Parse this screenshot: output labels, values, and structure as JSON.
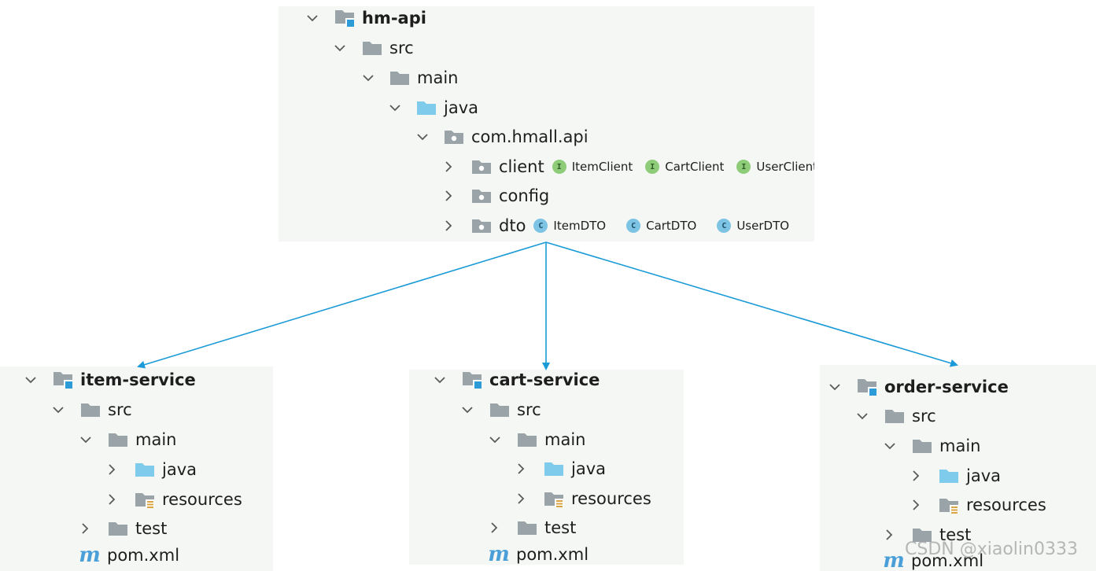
{
  "colors": {
    "panel_bg": "#f4f7f3",
    "arrow": "#1a9ad6",
    "folder_gray": "#9aa3a8",
    "folder_blue": "#7fcbeb",
    "module_square": "#2e9bd9",
    "interface_badge": "#8fcc7a",
    "class_badge": "#7cc3e4",
    "resources_marker": "#d9a441"
  },
  "hm_api": {
    "module": "hm-api",
    "src": "src",
    "main": "main",
    "java": "java",
    "package": "com.hmall.api",
    "client": {
      "label": "client",
      "badges": [
        {
          "letter": "I",
          "name": "ItemClient"
        },
        {
          "letter": "I",
          "name": "CartClient"
        },
        {
          "letter": "I",
          "name": "UserClient"
        }
      ]
    },
    "config": "config",
    "dto": {
      "label": "dto",
      "badges": [
        {
          "letter": "C",
          "name": "ItemDTO"
        },
        {
          "letter": "C",
          "name": "CartDTO"
        },
        {
          "letter": "C",
          "name": "UserDTO"
        }
      ]
    }
  },
  "services": [
    {
      "module": "item-service",
      "src": "src",
      "main": "main",
      "java": "java",
      "resources": "resources",
      "test": "test",
      "pom_icon": "m",
      "pom": "pom.xml"
    },
    {
      "module": "cart-service",
      "src": "src",
      "main": "main",
      "java": "java",
      "resources": "resources",
      "test": "test",
      "pom_icon": "m",
      "pom": "pom.xml"
    },
    {
      "module": "order-service",
      "src": "src",
      "main": "main",
      "java": "java",
      "resources": "resources",
      "test": "test",
      "pom_icon": "m",
      "pom": "pom.xml"
    }
  ],
  "watermark": "CSDN @xiaolin0333"
}
